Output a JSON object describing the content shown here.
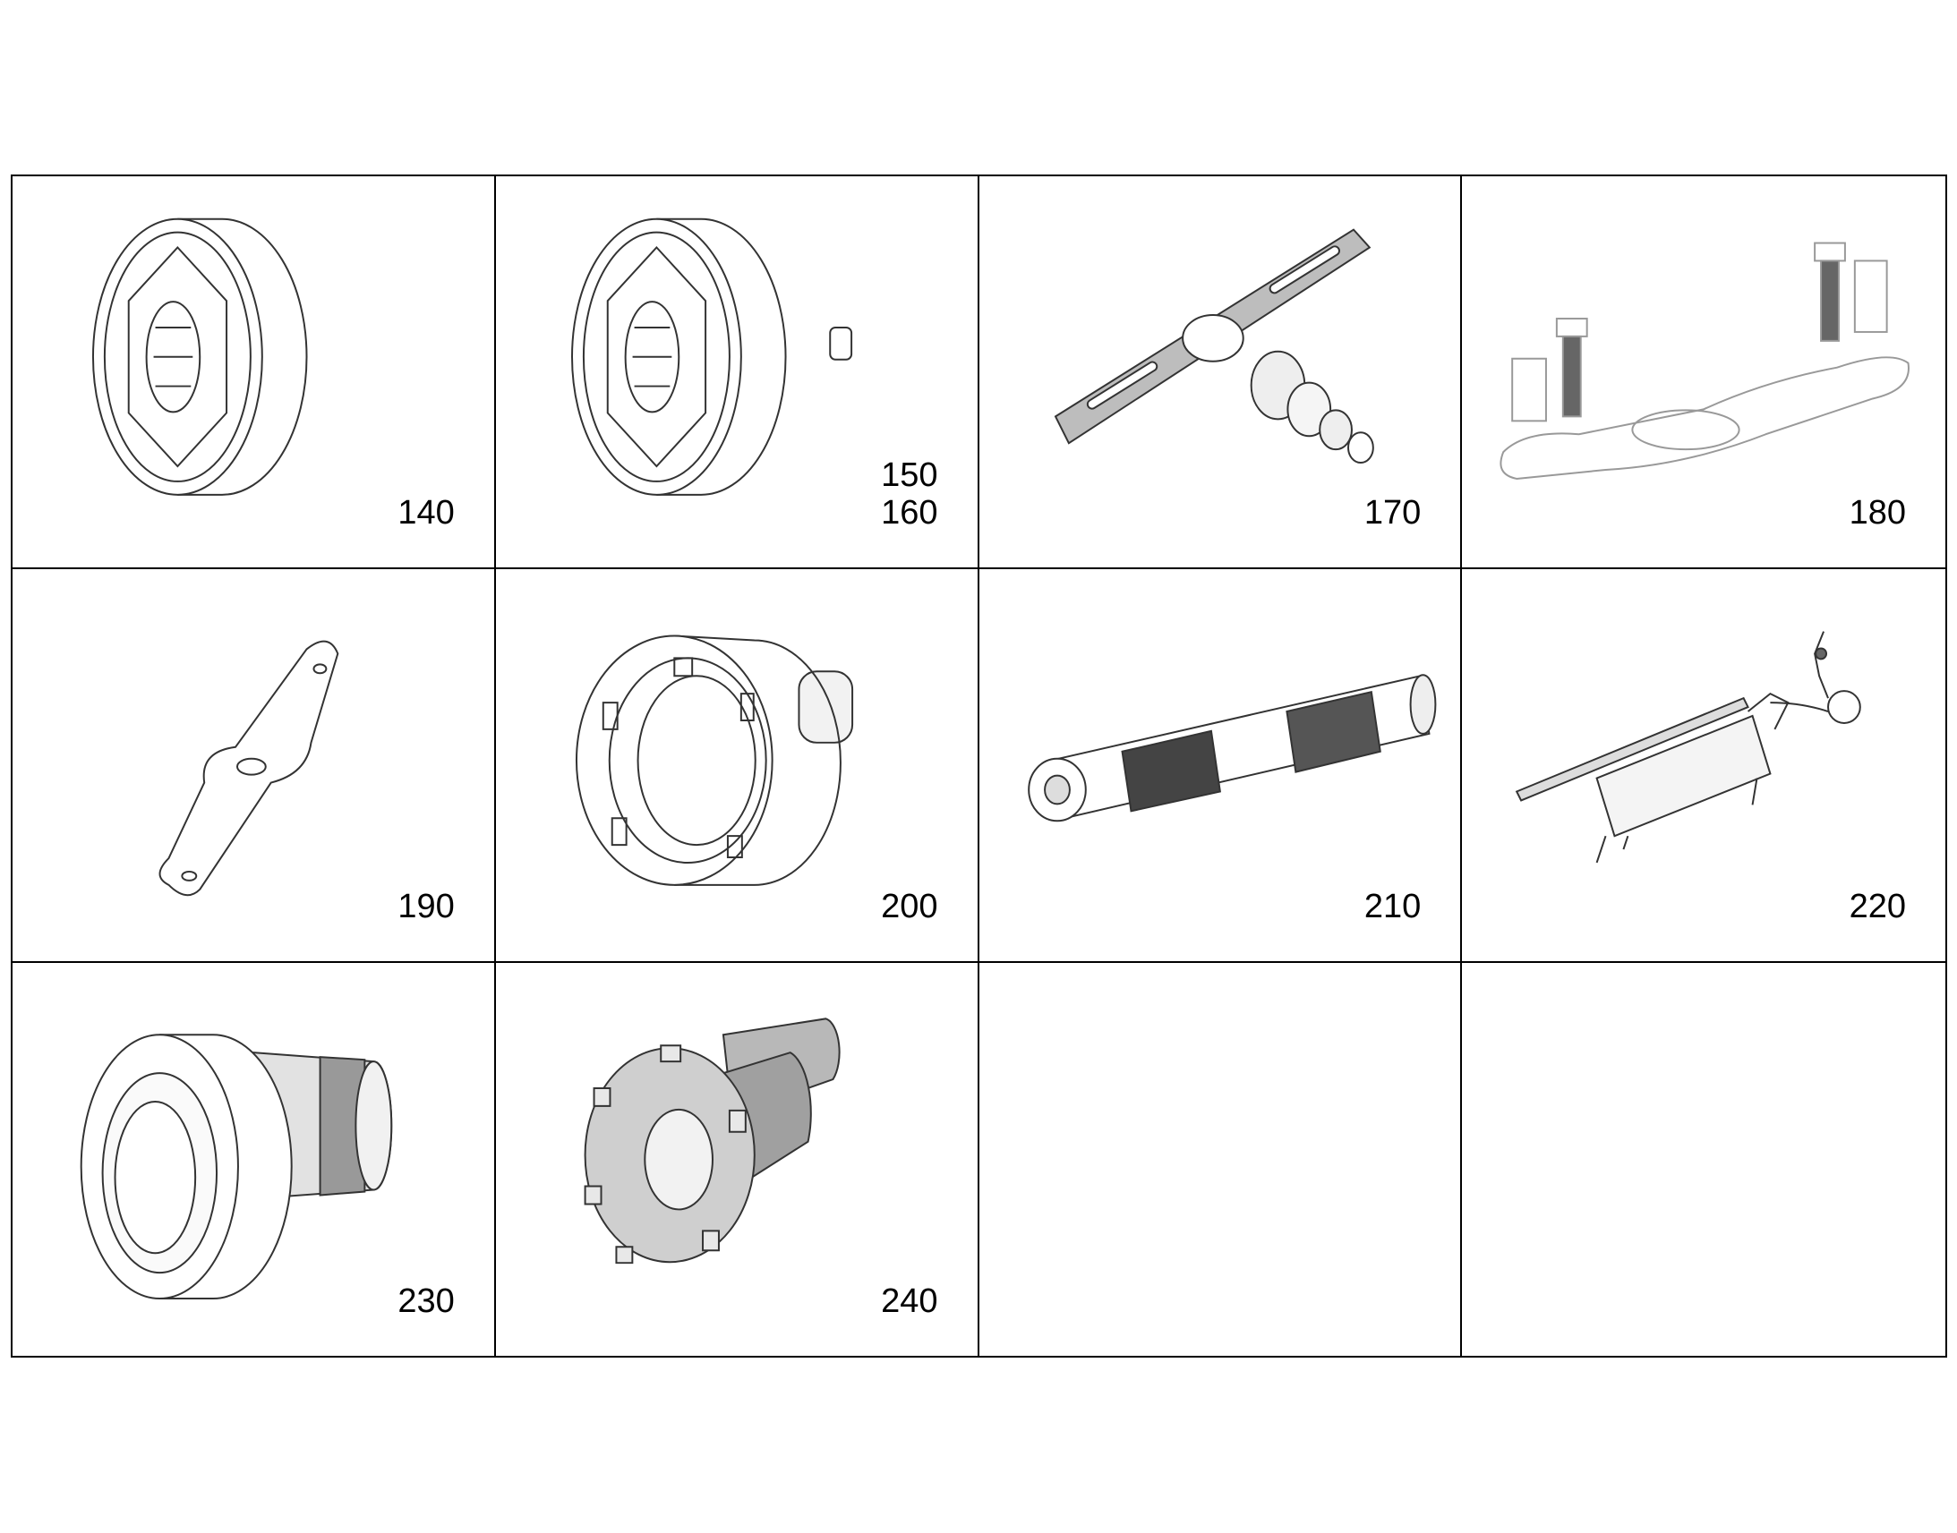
{
  "cells": [
    {
      "labels": [
        "140"
      ],
      "icon": "hex-socket-icon"
    },
    {
      "labels": [
        "150",
        "160"
      ],
      "icon": "hex-socket-with-pin-icon"
    },
    {
      "labels": [
        "170"
      ],
      "icon": "bar-puller-tool-icon"
    },
    {
      "labels": [
        "180"
      ],
      "icon": "wrench-with-bolts-icon"
    },
    {
      "labels": [
        "190"
      ],
      "icon": "flat-spanner-icon"
    },
    {
      "labels": [
        "200"
      ],
      "icon": "slotted-nut-socket-icon"
    },
    {
      "labels": [
        "210"
      ],
      "icon": "cylindrical-sleeve-icon"
    },
    {
      "labels": [
        "220"
      ],
      "icon": "hydraulic-hand-pump-icon"
    },
    {
      "labels": [
        "230"
      ],
      "icon": "stepped-socket-icon"
    },
    {
      "labels": [
        "240"
      ],
      "icon": "castellated-spanner-shaft-icon"
    },
    {
      "labels": [],
      "icon": ""
    },
    {
      "labels": [],
      "icon": ""
    }
  ]
}
